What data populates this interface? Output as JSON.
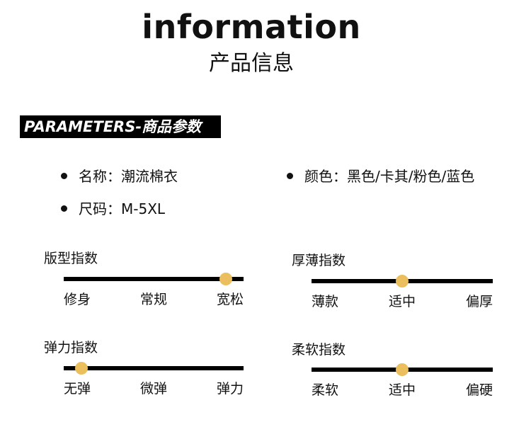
{
  "header": {
    "title": "information",
    "subtitle": "产品信息"
  },
  "banner": {
    "label": "PARAMETERS-商品参数"
  },
  "params": {
    "name": "名称：潮流棉衣",
    "size": "尺码：M-5XL",
    "color": "颜色：黑色/卡其/粉色/蓝色"
  },
  "colors": {
    "marker": "#EBBE5E",
    "bar": "#000000"
  },
  "scales": {
    "fit": {
      "title": "版型指数",
      "labels": [
        "修身",
        "常规",
        "宽松"
      ],
      "level": 0.9
    },
    "thickness": {
      "title": "厚薄指数",
      "labels": [
        "薄款",
        "适中",
        "偏厚"
      ],
      "level": 0.5
    },
    "elasticity": {
      "title": "弹力指数",
      "labels": [
        "无弹",
        "微弹",
        "弹力"
      ],
      "level": 0.1
    },
    "softness": {
      "title": "柔软指数",
      "labels": [
        "柔软",
        "适中",
        "偏硬"
      ],
      "level": 0.5
    }
  }
}
